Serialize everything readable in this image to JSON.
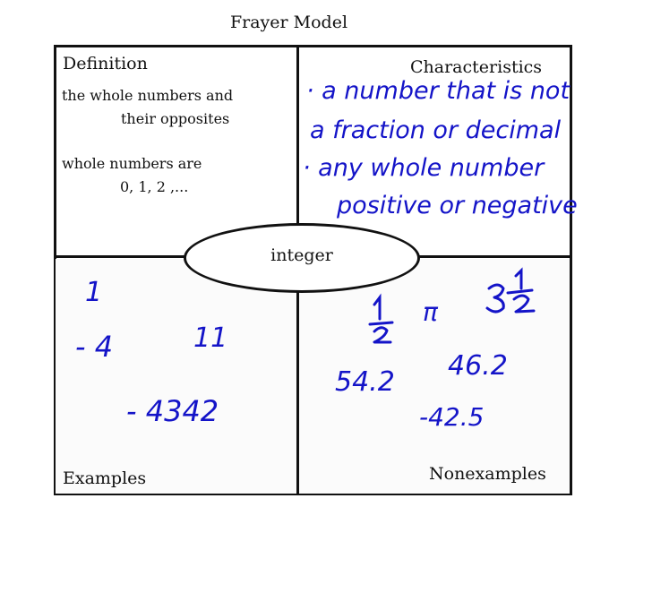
{
  "title": "Frayer Model",
  "center_term": "integer",
  "quadrants": {
    "definition": {
      "label": "Definition",
      "line1": "the whole numbers and",
      "line2": "their opposites",
      "line3": "whole numbers are",
      "line4": "0, 1, 2 ,..."
    },
    "characteristics": {
      "label": "Characteristics",
      "handwritten": [
        "· a number that is not",
        "a fraction or decimal",
        "· any whole number",
        "positive or negative"
      ]
    },
    "examples": {
      "label": "Examples",
      "handwritten": [
        "1",
        "- 4",
        "11",
        "- 4342"
      ]
    },
    "nonexamples": {
      "label": "Nonexamples",
      "handwritten": [
        "π",
        "54.2",
        "46.2",
        "-42.5"
      ]
    }
  },
  "colors": {
    "ink": "#1414c8",
    "lines": "#111111"
  }
}
